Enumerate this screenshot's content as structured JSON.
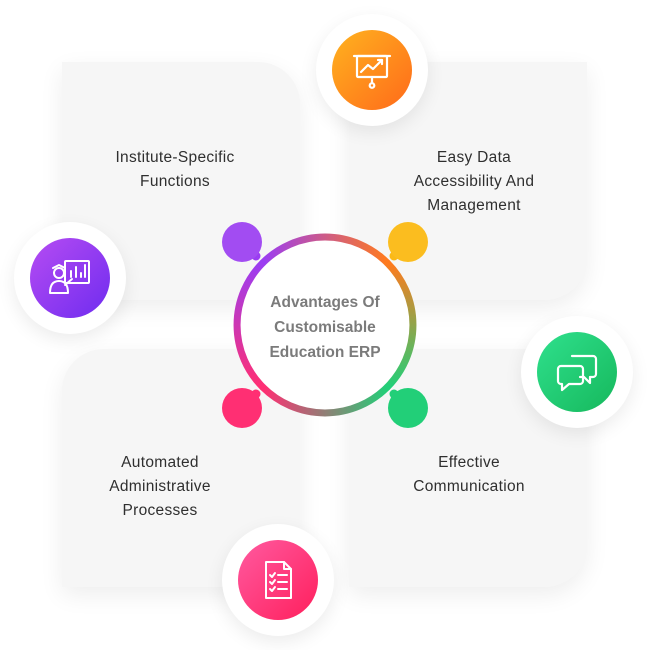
{
  "hub": {
    "title_lines": [
      "Advantages Of",
      "Customisable",
      "Education ERP"
    ]
  },
  "cards": {
    "top_left": {
      "lines": [
        "Institute-Specific",
        "Functions"
      ]
    },
    "top_right": {
      "lines": [
        "Easy Data",
        "Accessibility And",
        "Management"
      ]
    },
    "bottom_left": {
      "lines": [
        "Automated",
        "Administrative",
        "Processes"
      ]
    },
    "bottom_right": {
      "lines": [
        "Effective",
        "Communication"
      ]
    }
  },
  "icons": {
    "top_right": "presentation-chart-icon",
    "left": "teacher-board-icon",
    "right": "chat-bubbles-icon",
    "bottom": "checklist-document-icon"
  },
  "colors": {
    "purple": "#9b3df2",
    "orange": "#ff8a1e",
    "yellow": "#fbb917",
    "green": "#22cf78",
    "pink": "#ff2f73",
    "card_bg": "#f6f6f6",
    "text": "#2f2f2f",
    "hub_text": "#7b7b7b"
  }
}
